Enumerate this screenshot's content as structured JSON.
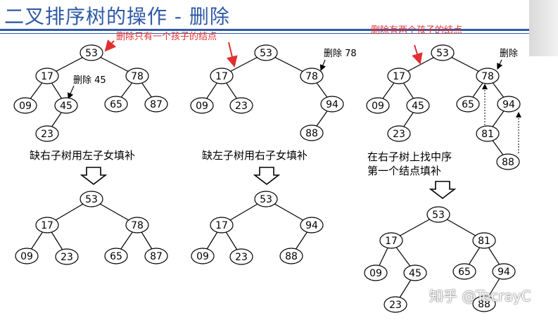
{
  "title": "二叉排序树的操作 - 删除",
  "watermark": "知乎 @TecrayC",
  "colors": {
    "title": "#2f5aa6",
    "red_note": "#e03030",
    "line": "#000000",
    "node_fill": "#ffffff"
  },
  "notes": {
    "case1_red": "删除只有一个孩子的结点",
    "case2_red": "删除有两个孩子的结点",
    "delete45": "删除 45",
    "delete78": "删除 78",
    "delete78b": "删除",
    "rule1": "缺右子树用左子女填补",
    "rule2": "缺左子树用右子女填补",
    "rule3_line1": "在右子树上找中序",
    "rule3_line2": "第一个结点填补"
  },
  "trees": {
    "t1_before": [
      "53",
      "17",
      "78",
      "09",
      "45",
      "65",
      "87",
      "23"
    ],
    "t1_after": [
      "53",
      "17",
      "78",
      "09",
      "23",
      "65",
      "87"
    ],
    "t2_before": [
      "53",
      "17",
      "78",
      "09",
      "23",
      "94",
      "88"
    ],
    "t2_after": [
      "53",
      "17",
      "94",
      "09",
      "23",
      "88"
    ],
    "t3_before": [
      "53",
      "17",
      "78",
      "09",
      "45",
      "65",
      "94",
      "23",
      "81",
      "88"
    ],
    "t3_after": [
      "53",
      "17",
      "81",
      "09",
      "45",
      "65",
      "94",
      "23",
      "88"
    ]
  }
}
